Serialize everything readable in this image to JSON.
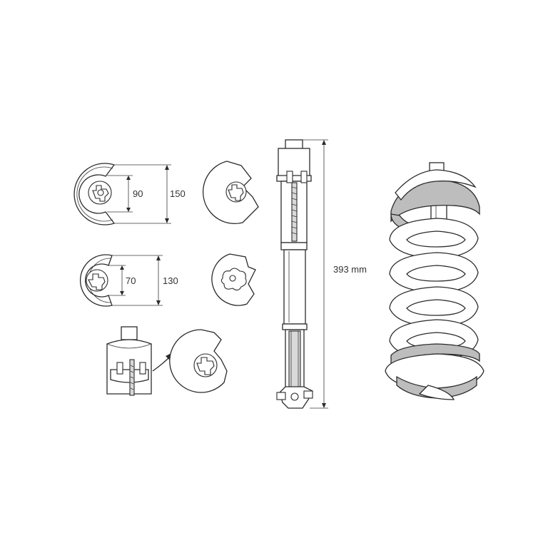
{
  "dimensions": {
    "large_plate_inner": "90",
    "large_plate_outer": "150",
    "small_plate_inner": "70",
    "small_plate_outer": "130",
    "tool_length": "393 mm"
  },
  "colors": {
    "line": "#2b2b2b",
    "spring_highlight": "#bdbdbd",
    "background": "#ffffff"
  }
}
